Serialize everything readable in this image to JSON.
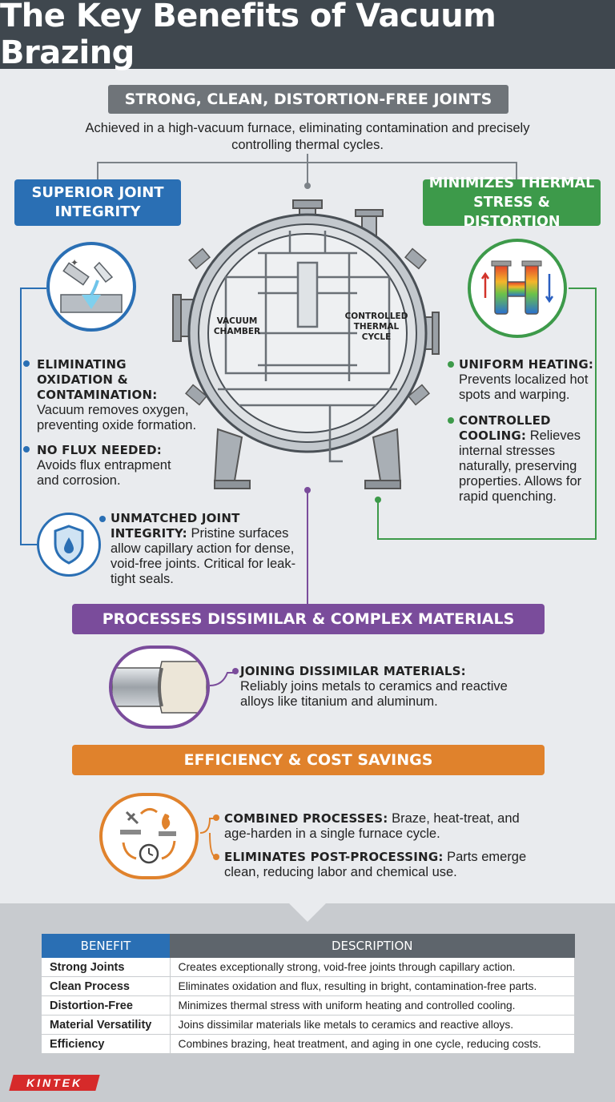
{
  "title": "The Key Benefits of Vacuum Brazing",
  "top": {
    "banner": "STRONG, CLEAN, DISTORTION-FREE JOINTS",
    "subtitle": "Achieved in a high-vacuum furnace, eliminating contamination and precisely controlling thermal cycles."
  },
  "furnace": {
    "label_left": "VACUUM\nCHAMBER",
    "label_right": "CONTROLLED\nTHERMAL\nCYCLE"
  },
  "left": {
    "banner": "SUPERIOR JOINT INTEGRITY",
    "items": [
      {
        "head": "ELIMINATING OXIDATION & CONTAMINATION:",
        "body": "Vacuum removes oxygen, preventing oxide formation."
      },
      {
        "head": "NO FLUX NEEDED:",
        "body": "Avoids flux entrapment and corrosion."
      }
    ],
    "bottom_head": "UNMATCHED JOINT INTEGRITY:",
    "bottom_body": "Pristine surfaces allow capillary action for dense, void-free joints. Critical for leak-tight seals."
  },
  "right": {
    "banner": "MINIMIZES THERMAL STRESS & DISTORTION",
    "items": [
      {
        "head": "UNIFORM HEATING:",
        "body": "Prevents localized hot spots and warping."
      },
      {
        "head": "CONTROLLED COOLING:",
        "body": "Relieves internal stresses naturally, preserving properties. Allows for rapid quenching."
      }
    ]
  },
  "purple": {
    "banner": "PROCESSES DISSIMILAR & COMPLEX MATERIALS",
    "head": "JOINING DISSIMILAR MATERIALS:",
    "body": "Reliably joins metals to ceramics and reactive alloys like titanium and aluminum."
  },
  "orange": {
    "banner": "EFFICIENCY & COST SAVINGS",
    "items": [
      {
        "head": "COMBINED PROCESSES:",
        "body": "Braze, heat-treat, and age-harden in a single furnace cycle."
      },
      {
        "head": "ELIMINATES POST-PROCESSING:",
        "body": "Parts emerge clean, reducing labor and chemical use."
      }
    ]
  },
  "table": {
    "headers": [
      "BENEFIT",
      "DESCRIPTION"
    ],
    "rows": [
      [
        "Strong Joints",
        "Creates exceptionally strong, void-free joints through capillary action."
      ],
      [
        "Clean Process",
        "Eliminates oxidation and flux, resulting in bright, contamination-free parts."
      ],
      [
        "Distortion-Free",
        "Minimizes thermal stress with uniform heating and controlled cooling."
      ],
      [
        "Material Versatility",
        "Joins dissimilar materials like metals to ceramics and reactive alloys."
      ],
      [
        "Efficiency",
        "Combines brazing, heat treatment, and aging in one cycle, reducing costs."
      ]
    ]
  },
  "logo": "KINTEK",
  "colors": {
    "blue": "#2a6fb4",
    "green": "#3d9a4a",
    "purple": "#7a4c9b",
    "orange": "#e0822c",
    "grey": "#6f7479",
    "header": "#3f474e"
  }
}
